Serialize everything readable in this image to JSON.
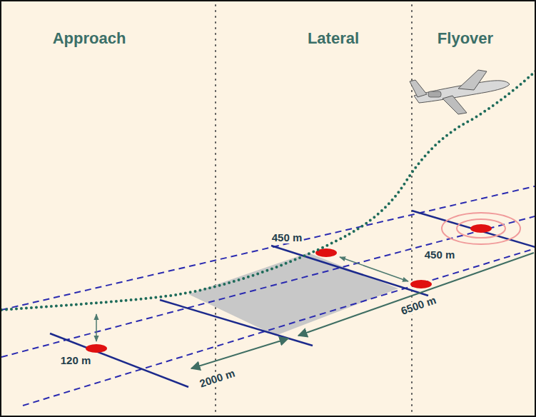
{
  "diagram": {
    "labels": [
      "Approach",
      "Lateral",
      "Flyover",
      "450 m",
      "450 m",
      "6500 m",
      "120 m",
      "2000 m"
    ]
  }
}
